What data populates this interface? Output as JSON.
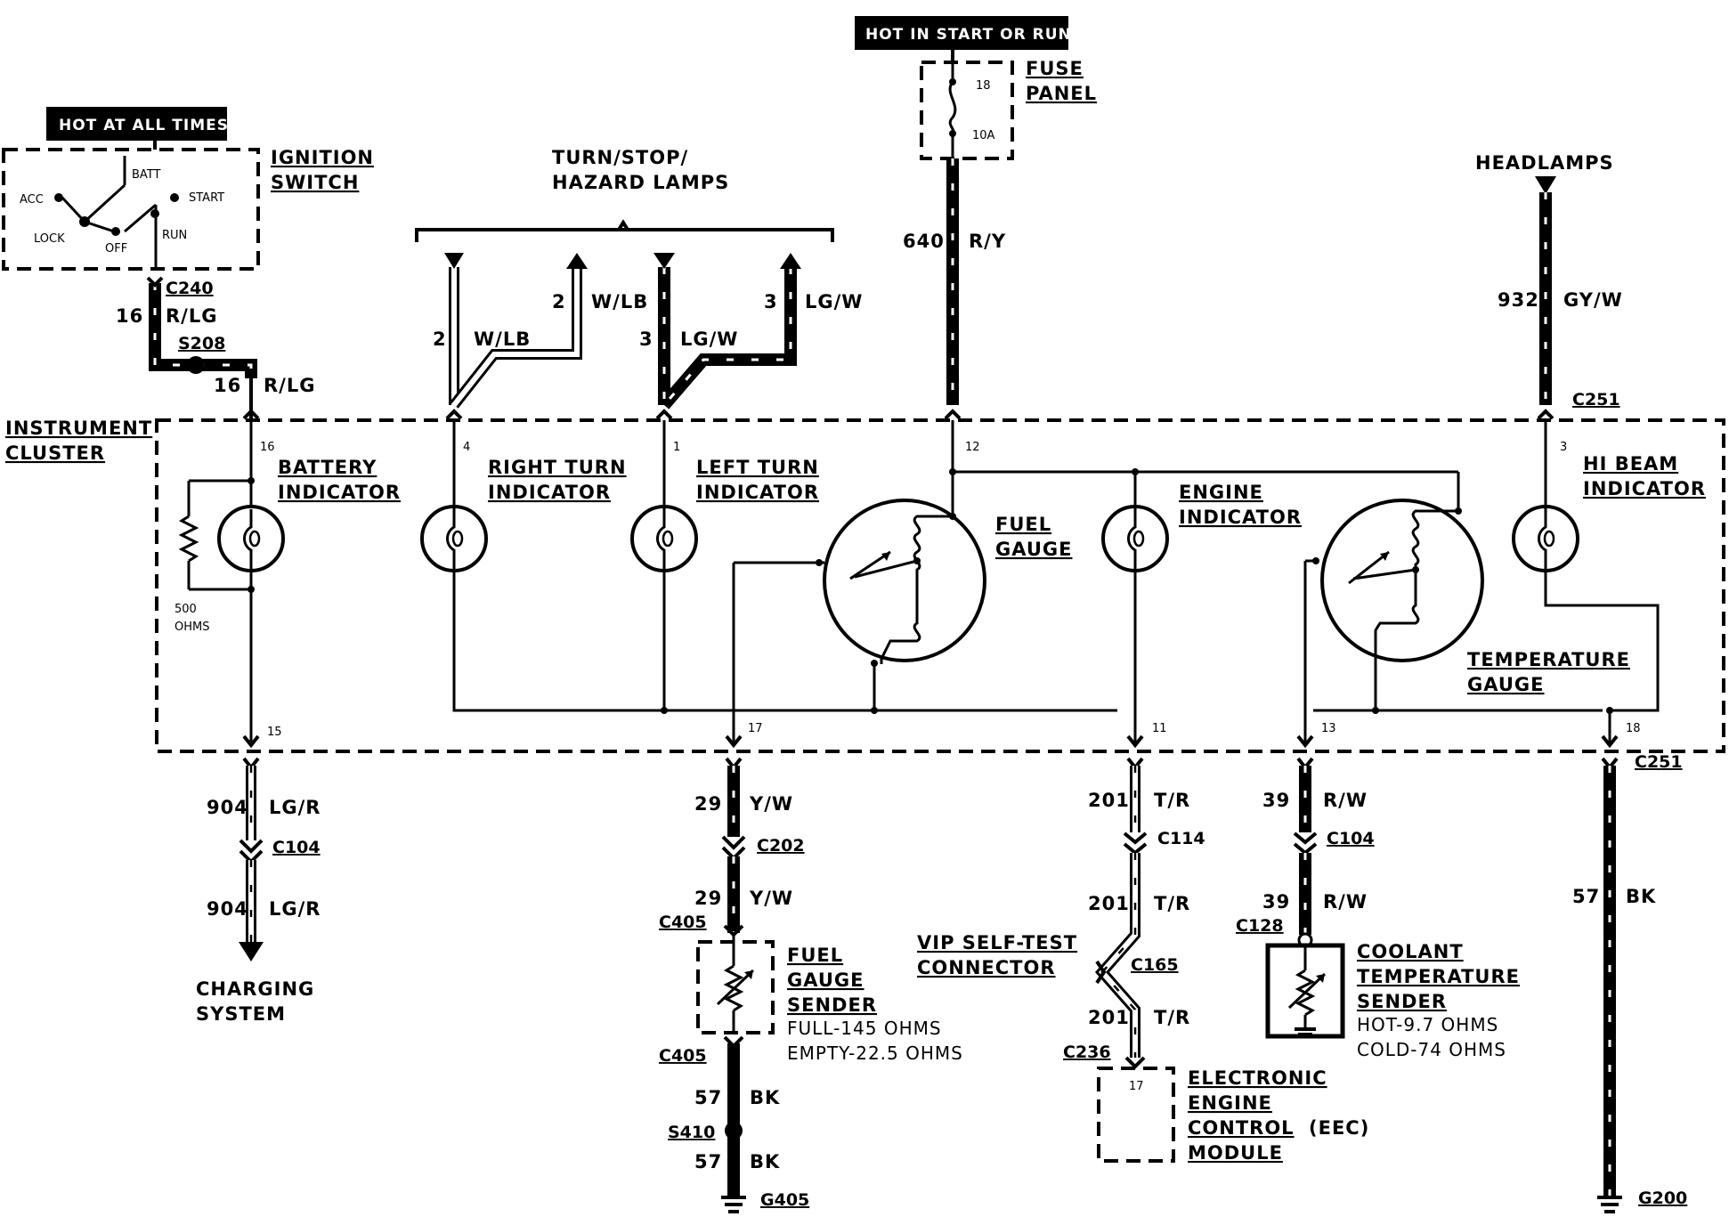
{
  "banners": {
    "hot_at_all_times": "HOT AT ALL TIMES",
    "hot_in_start_or_run": "HOT IN START OR RUN"
  },
  "ignition": {
    "title_line1": "IGNITION",
    "title_line2": "SWITCH",
    "acc": "ACC",
    "batt": "BATT",
    "start": "START",
    "lock": "LOCK",
    "off": "OFF",
    "run": "RUN"
  },
  "fuse_panel": {
    "title_line1": "FUSE",
    "title_line2": "PANEL",
    "fuse_number": "18",
    "fuse_rating": "10A"
  },
  "turn_lamps": {
    "line1": "TURN/STOP/",
    "line2": "HAZARD LAMPS"
  },
  "headlamps": "HEADLAMPS",
  "instrument_cluster": {
    "line1": "INSTRUMENT",
    "line2": "CLUSTER",
    "battery_indicator": [
      "BATTERY",
      "INDICATOR"
    ],
    "right_turn_indicator": [
      "RIGHT TURN",
      "INDICATOR"
    ],
    "left_turn_indicator": [
      "LEFT TURN",
      "INDICATOR"
    ],
    "fuel_gauge": [
      "FUEL",
      "GAUGE"
    ],
    "engine_indicator": [
      "ENGINE",
      "INDICATOR"
    ],
    "hi_beam_indicator": [
      "HI BEAM",
      "INDICATOR"
    ],
    "temperature_gauge": [
      "TEMPERATURE",
      "GAUGE"
    ],
    "resistor": [
      "500",
      "OHMS"
    ],
    "pins": {
      "p16_top": "16",
      "p4": "4",
      "p1": "1",
      "p12": "12",
      "p3": "3",
      "p15": "15",
      "p17": "17",
      "p11": "11",
      "p13": "13",
      "p18": "18"
    }
  },
  "wires": {
    "w16_rlg_a": {
      "num": "16",
      "color": "R/LG"
    },
    "w16_rlg_b": {
      "num": "16",
      "color": "R/LG"
    },
    "w2_wlb_a": {
      "num": "2",
      "color": "W/LB"
    },
    "w2_wlb_b": {
      "num": "2",
      "color": "W/LB"
    },
    "w3_lgw_a": {
      "num": "3",
      "color": "LG/W"
    },
    "w3_lgw_b": {
      "num": "3",
      "color": "LG/W"
    },
    "w640": {
      "num": "640",
      "color": "R/Y"
    },
    "w932": {
      "num": "932",
      "color": "GY/W"
    },
    "w904_a": {
      "num": "904",
      "color": "LG/R"
    },
    "w904_b": {
      "num": "904",
      "color": "LG/R"
    },
    "w29_a": {
      "num": "29",
      "color": "Y/W"
    },
    "w29_b": {
      "num": "29",
      "color": "Y/W"
    },
    "w57_a": {
      "num": "57",
      "color": "BK"
    },
    "w57_b": {
      "num": "57",
      "color": "BK"
    },
    "w201_a": {
      "num": "201",
      "color": "T/R"
    },
    "w201_b": {
      "num": "201",
      "color": "T/R"
    },
    "w201_c": {
      "num": "201",
      "color": "T/R"
    },
    "w39_a": {
      "num": "39",
      "color": "R/W"
    },
    "w39_b": {
      "num": "39",
      "color": "R/W"
    },
    "w57_g200": {
      "num": "57",
      "color": "BK"
    }
  },
  "connectors": {
    "c240": "C240",
    "s208": "S208",
    "c251_top": "C251",
    "c251_bottom": "C251",
    "c104_left": "C104",
    "c202": "C202",
    "c405_top": "C405",
    "c405_bottom": "C405",
    "s410": "S410",
    "g405": "G405",
    "c114": "C114",
    "c165": "C165",
    "c236": "C236",
    "c104_right": "C104",
    "c128": "C128",
    "g200": "G200"
  },
  "components": {
    "charging_system": [
      "CHARGING",
      "SYSTEM"
    ],
    "fuel_gauge_sender": [
      "FUEL",
      "GAUGE",
      "SENDER"
    ],
    "fuel_sender_full": "FULL-145 OHMS",
    "fuel_sender_empty": "EMPTY-22.5 OHMS",
    "vip": [
      "VIP SELF-TEST",
      "CONNECTOR"
    ],
    "eec": [
      "ELECTRONIC",
      "ENGINE",
      "CONTROL",
      "(EEC)",
      "MODULE"
    ],
    "eec_pin": "17",
    "coolant": [
      "COOLANT",
      "TEMPERATURE",
      "SENDER"
    ],
    "coolant_hot": "HOT-9.7 OHMS",
    "coolant_cold": "COLD-74 OHMS"
  }
}
